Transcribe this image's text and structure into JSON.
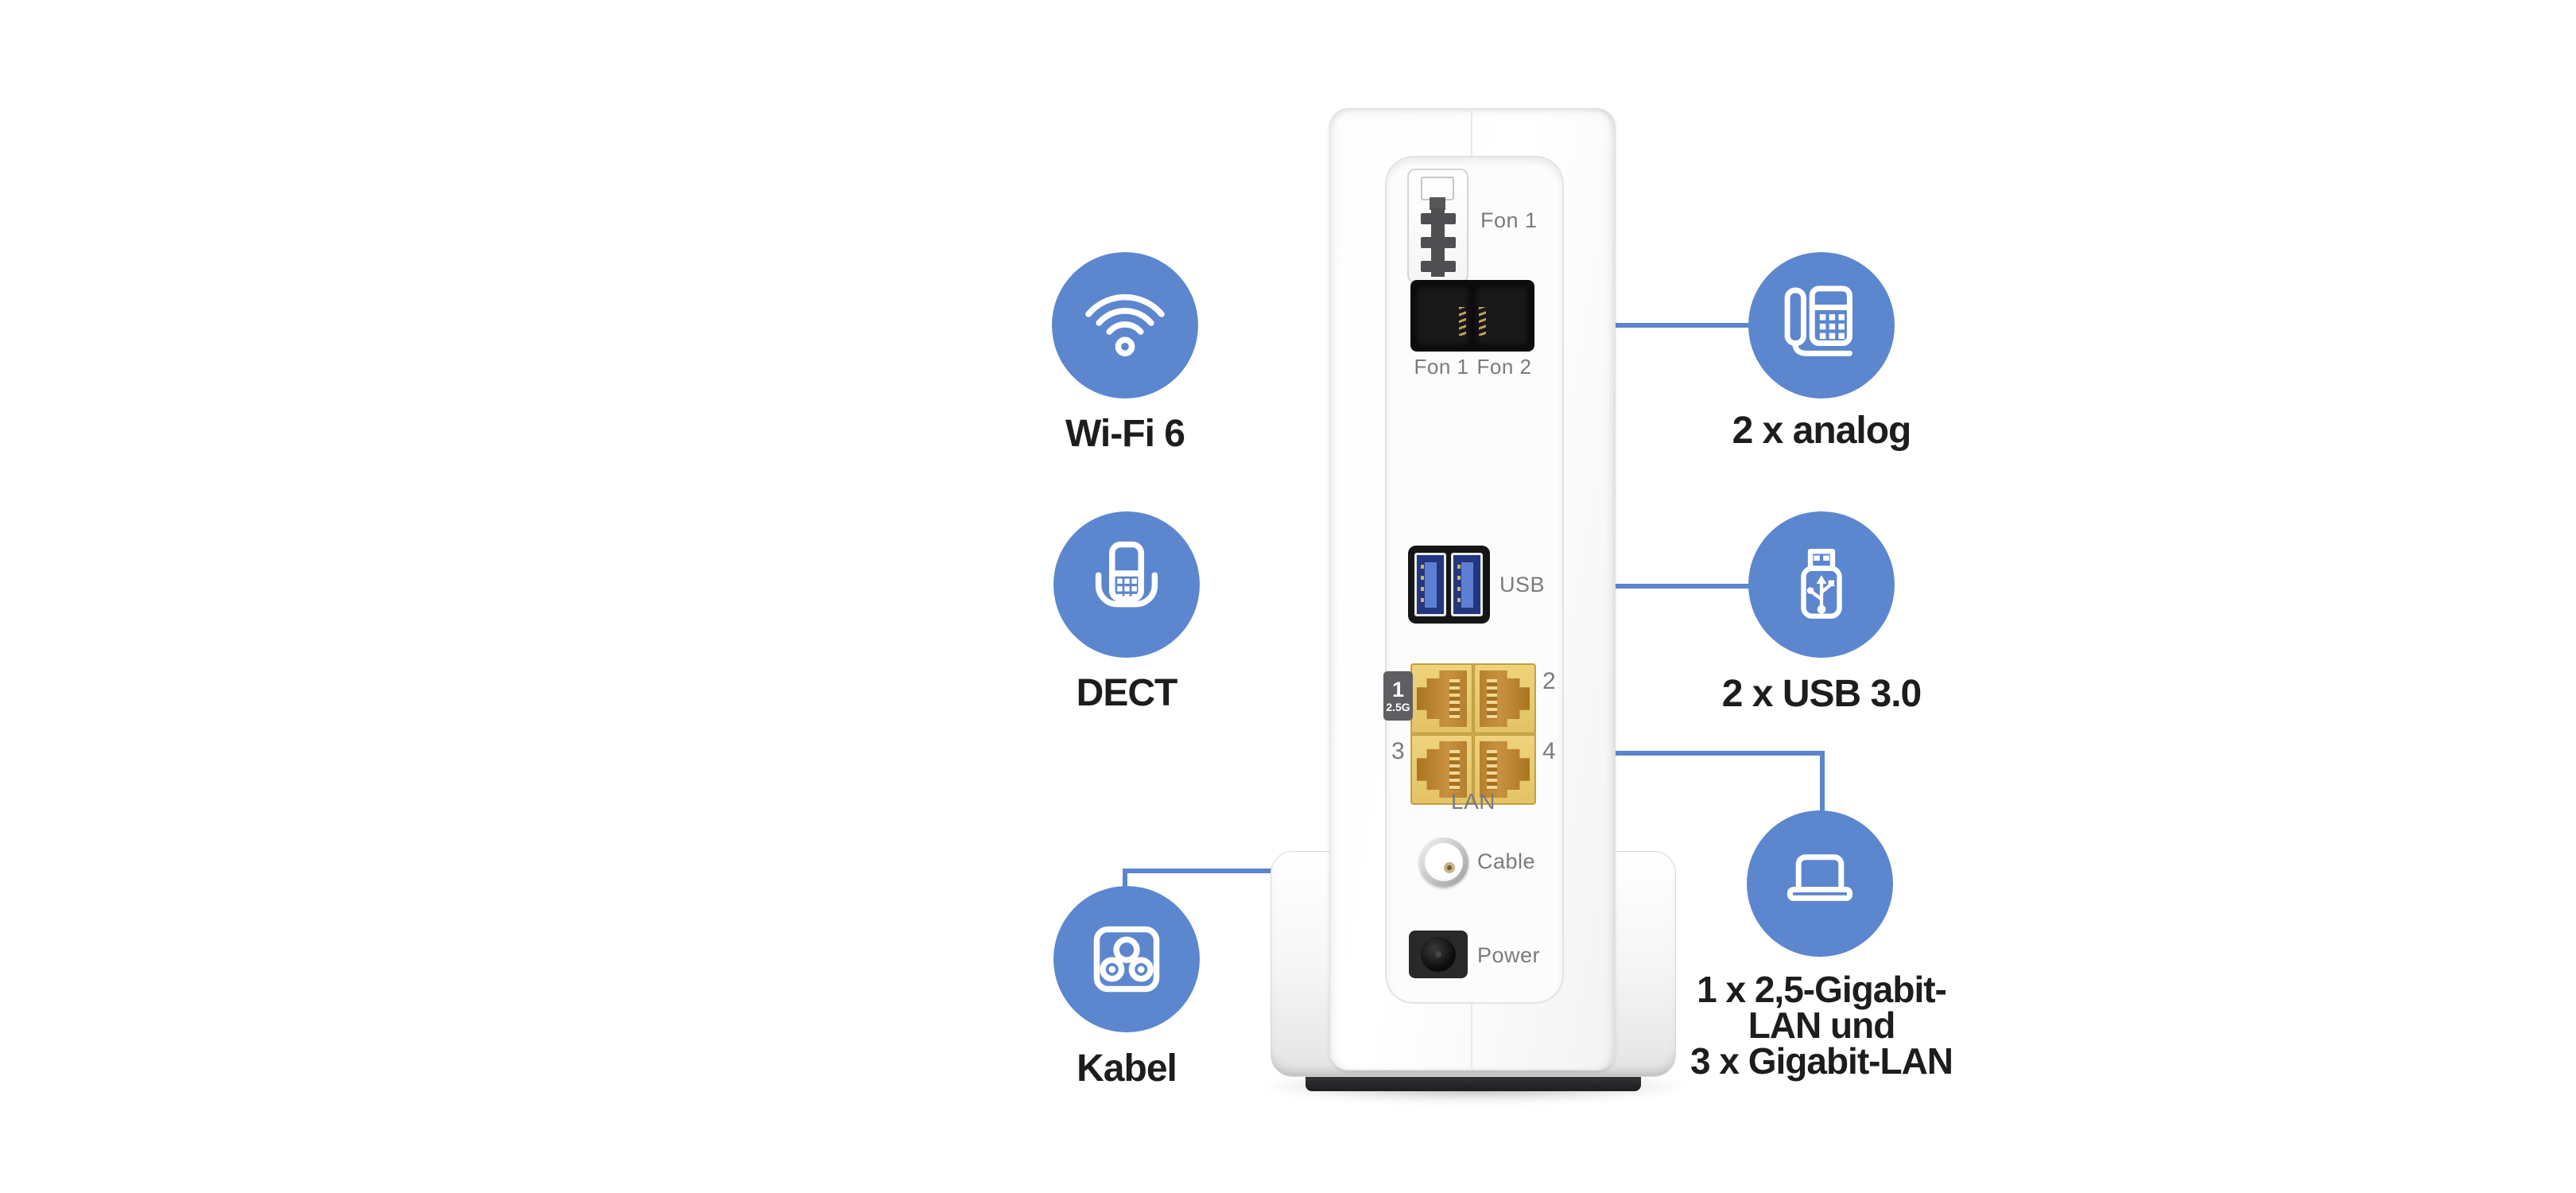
{
  "colors": {
    "accent_blue": "#5C87CF",
    "line_blue": "#5B86CE",
    "text_dark": "#1d1d1b",
    "port_label_gray": "#7b7b7d",
    "lan_gold": "#c89140",
    "usb_blue": "#24367e",
    "badge_gray": "#5f5f63"
  },
  "callouts": {
    "left": [
      {
        "id": "wifi",
        "icon": "wifi-icon",
        "label": "Wi-Fi 6"
      },
      {
        "id": "dect",
        "icon": "dect-phone-icon",
        "label": "DECT"
      },
      {
        "id": "kabel",
        "icon": "cable-socket-icon",
        "label": "Kabel"
      }
    ],
    "right": [
      {
        "id": "analog",
        "icon": "desk-phone-icon",
        "label": "2 x analog"
      },
      {
        "id": "usb",
        "icon": "usb-stick-icon",
        "label": "2 x USB 3.0"
      },
      {
        "id": "lan",
        "icon": "laptop-icon",
        "label_lines": [
          "1 x 2,5-Gigabit-",
          "LAN und",
          "3 x Gigabit-LAN"
        ]
      }
    ]
  },
  "router": {
    "ports": {
      "tae_label": "Fon 1",
      "fon1_label": "Fon 1",
      "fon2_label": "Fon 2",
      "usb_label": "USB",
      "lan_badge_number": "1",
      "lan_badge_speed": "2.5G",
      "lan2_label": "2",
      "lan3_label": "3",
      "lan4_label": "4",
      "lan_group_label": "LAN",
      "cable_label": "Cable",
      "power_label": "Power"
    }
  }
}
